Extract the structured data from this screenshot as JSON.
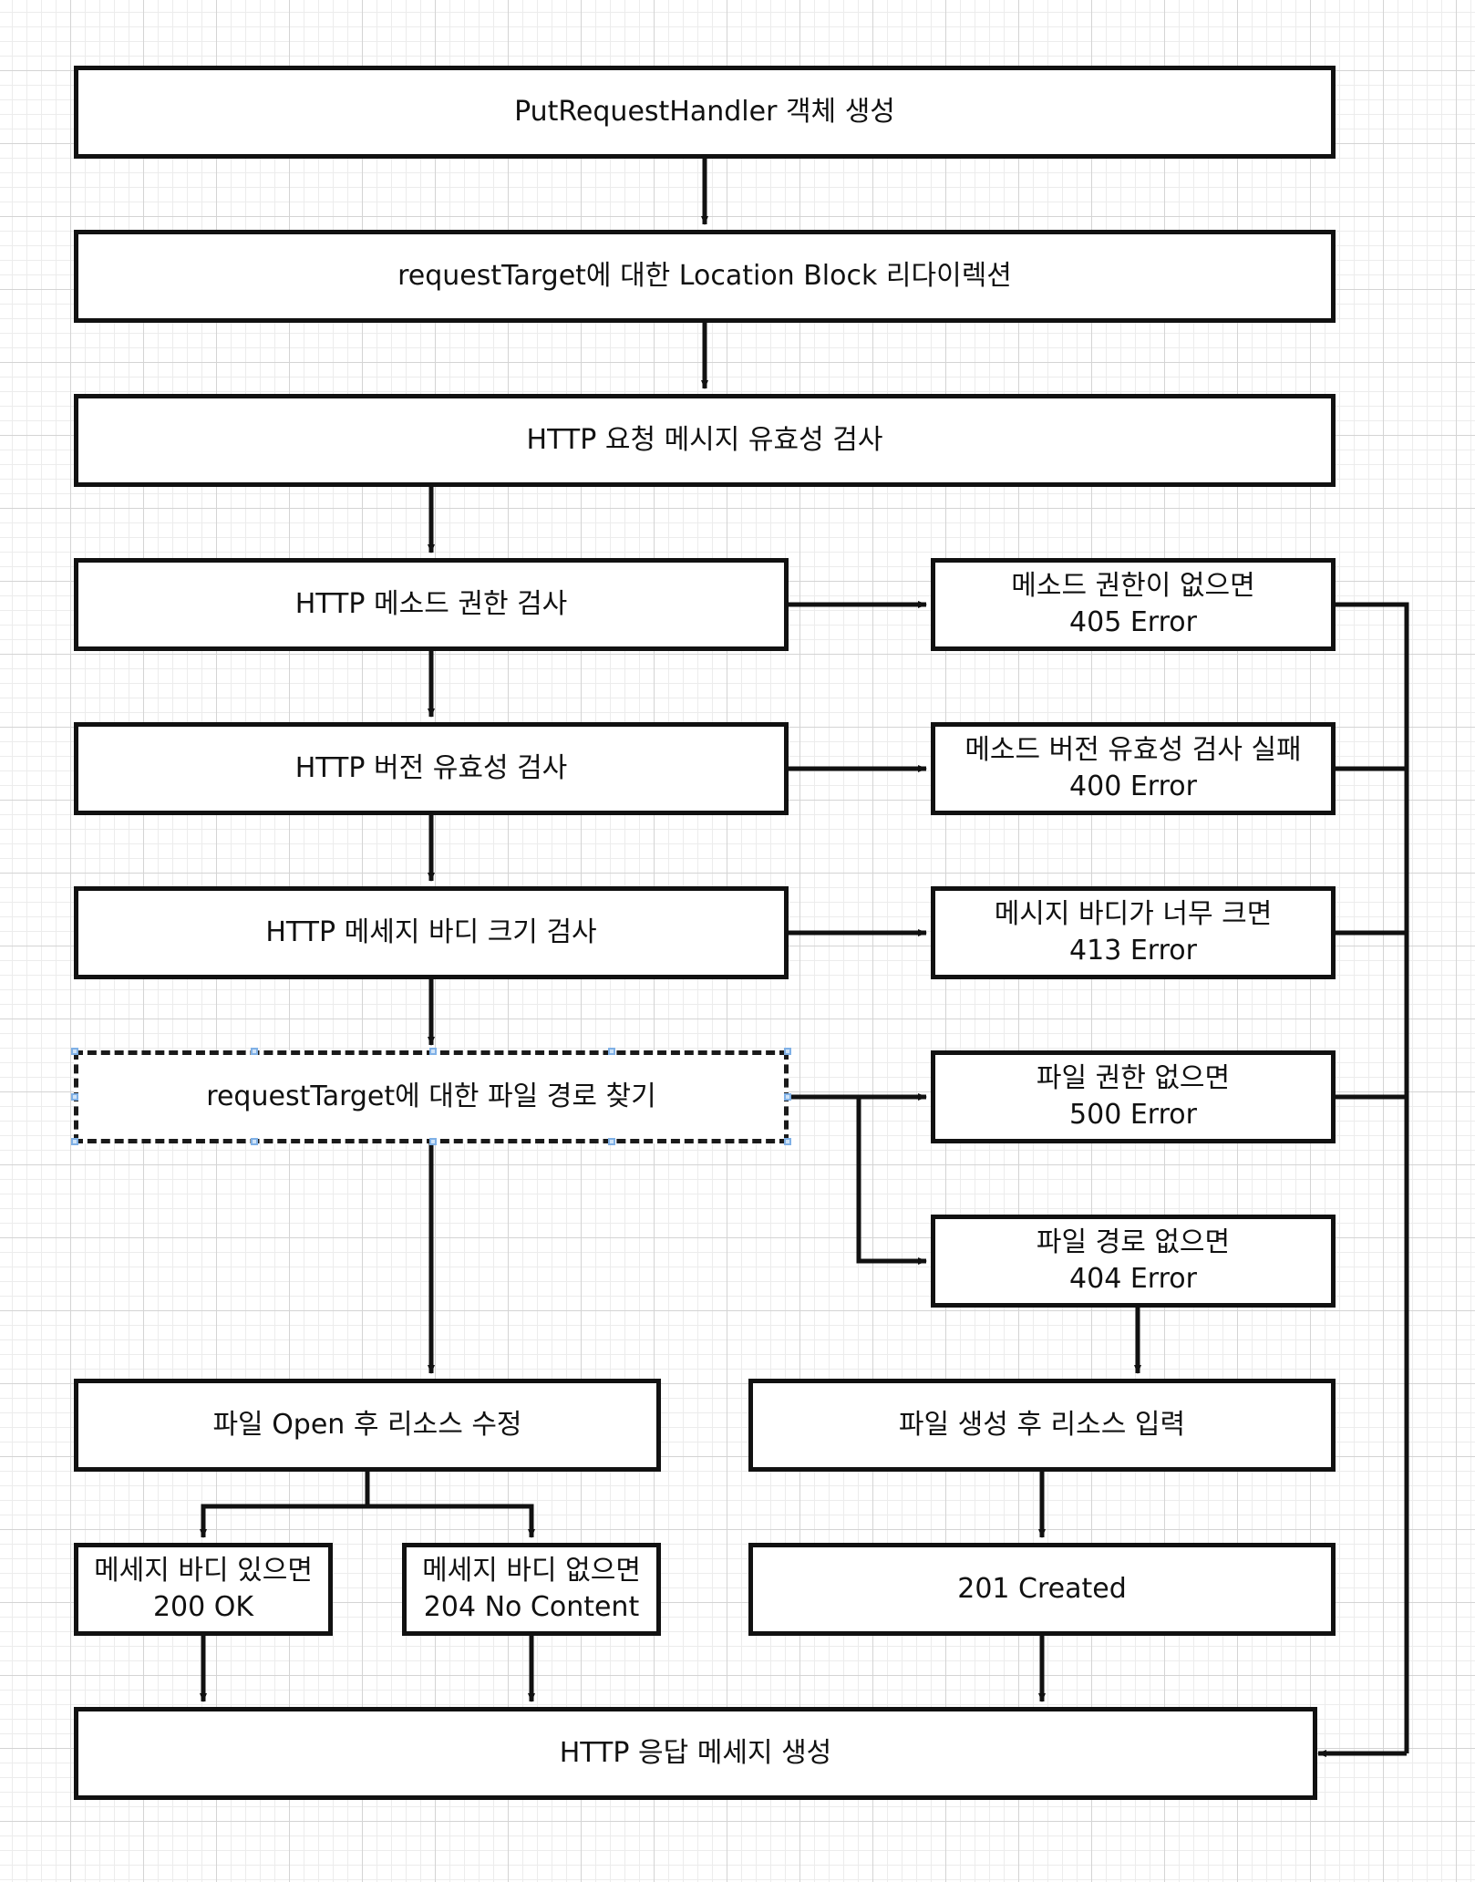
{
  "diagram": {
    "steps": {
      "create_handler": "PutRequestHandler 객체 생성",
      "location_redirect": "requestTarget에 대한 Location Block 리다이렉션",
      "validate_request": "HTTP 요청 메시지 유효성 검사",
      "check_method": "HTTP 메소드 권한 검사",
      "check_version": "HTTP 버전 유효성 검사",
      "check_body_size": "HTTP 메세지 바디 크기 검사",
      "find_file_path": "requestTarget에 대한 파일 경로 찾기",
      "open_modify": "파일 Open 후 리소스 수정",
      "create_write": "파일 생성 후 리소스 입력",
      "build_response": "HTTP 응답 메세지 생성"
    },
    "errors": {
      "e405": {
        "condition": "메소드 권한이 없으면",
        "status": "405 Error"
      },
      "e400": {
        "condition": "메소드 버전 유효성 검사 실패",
        "status": "400 Error"
      },
      "e413": {
        "condition": "메시지 바디가 너무 크면",
        "status": "413 Error"
      },
      "e500": {
        "condition": "파일 권한 없으면",
        "status": "500 Error"
      },
      "e404": {
        "condition": "파일 경로 없으면",
        "status": "404 Error"
      }
    },
    "outcomes": {
      "ok200": {
        "condition": "메세지 바디 있으면",
        "status": "200 OK"
      },
      "no_content204": {
        "condition": "메세지 바디 없으면",
        "status": "204 No Content"
      },
      "created201": {
        "status": "201 Created"
      }
    },
    "colors": {
      "stroke": "#111111",
      "grid": "#d4d4d4",
      "selection_handle": "#7fb0e6"
    }
  }
}
